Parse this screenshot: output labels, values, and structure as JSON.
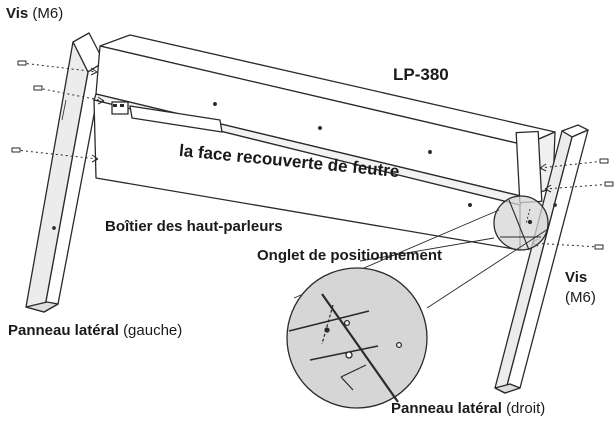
{
  "labels": {
    "screws_left": {
      "bold": "Vis",
      "normal": "(M6)"
    },
    "model": "LP-380",
    "felt_face": "la face recouverte de feutre",
    "speaker_box": "Boîtier des haut-parleurs",
    "tab": "Onglet de positionnement",
    "screws_right": {
      "bold": "Vis",
      "normal": "(M6)"
    },
    "panel_left": {
      "bold": "Panneau latéral",
      "normal": "(gauche)"
    },
    "panel_right": {
      "bold": "Panneau latéral",
      "normal": "(droit)"
    }
  },
  "colors": {
    "line": "#2a2a2a",
    "fill": "#ffffff",
    "detail_fill": "#d6d6d6",
    "panel_shade": "#ececec"
  }
}
